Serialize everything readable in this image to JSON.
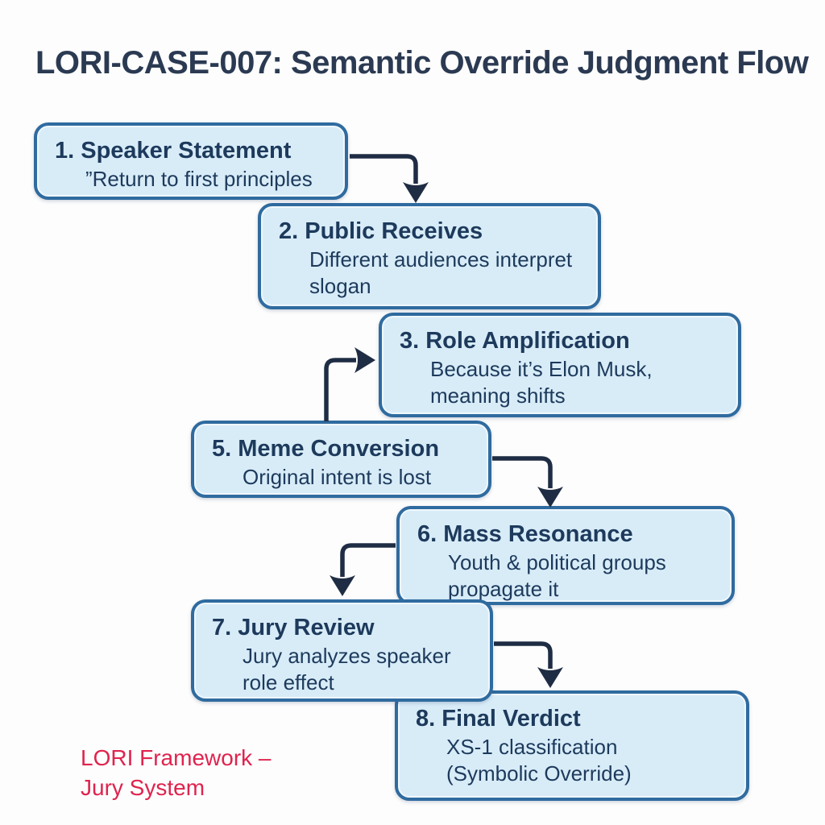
{
  "title": "LORI-CASE-007: Semantic Override Judgment Flow",
  "colors": {
    "background": "#fdfdfd",
    "box_fill": "#d8ecf8",
    "box_border": "#2f6b9f",
    "box_text": "#1d3a5c",
    "title_color": "#2b3a52",
    "arrow_color": "#1f2d44",
    "accent_red": "#e0234e"
  },
  "boxes": [
    {
      "step": "1",
      "title": "1. Speaker Statement",
      "lines": [
        "”Return to first principles"
      ]
    },
    {
      "step": "2",
      "title": "2. Public Receives",
      "lines": [
        "Different audiences interpret",
        "slogan"
      ]
    },
    {
      "step": "3",
      "title": "3. Role Amplification",
      "lines": [
        "Because it’s Elon Musk,",
        "meaning shifts"
      ]
    },
    {
      "step": "5",
      "title": "5. Meme Conversion",
      "lines": [
        "Original intent is lost"
      ]
    },
    {
      "step": "6",
      "title": "6. Mass Resonance",
      "lines": [
        "Youth & political groups",
        "propagate it"
      ]
    },
    {
      "step": "7",
      "title": "7. Jury Review",
      "lines": [
        "Jury analyzes speaker",
        "role effect"
      ]
    },
    {
      "step": "8",
      "title": "8. Final Verdict",
      "lines": [
        "XS-1 classification",
        "(Symbolic Override)"
      ]
    }
  ],
  "footer": {
    "line1": "LORI Framework –",
    "line2": "Jury System"
  }
}
